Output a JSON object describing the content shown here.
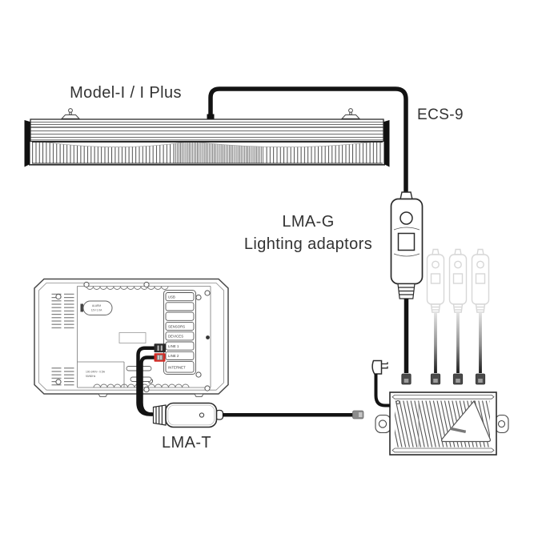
{
  "titles": {
    "model": "Model-I / I Plus",
    "ecs9": "ECS-9",
    "lmag": "LMA-G",
    "lmag_sub": "Lighting adaptors",
    "lmat": "LMA-T"
  },
  "controller": {
    "ports": [
      "USB",
      "",
      "",
      "SENSORS",
      "DEVICES",
      "LINE 1",
      "LINE 2",
      "INTERNET"
    ],
    "alarm_label": "ALARM",
    "alarm_rating": "12V-1.0A",
    "power_rating_line1": "100-240V~ 0.5A",
    "power_rating_line2": "50/60Hz"
  },
  "colors": {
    "line": "#2b2b2b",
    "cable": "#131313",
    "ghost": "#d7d7d7",
    "red_connector": "#d32b25",
    "connector_gray": "#4a4a4a",
    "text": "#3a3a3a"
  }
}
